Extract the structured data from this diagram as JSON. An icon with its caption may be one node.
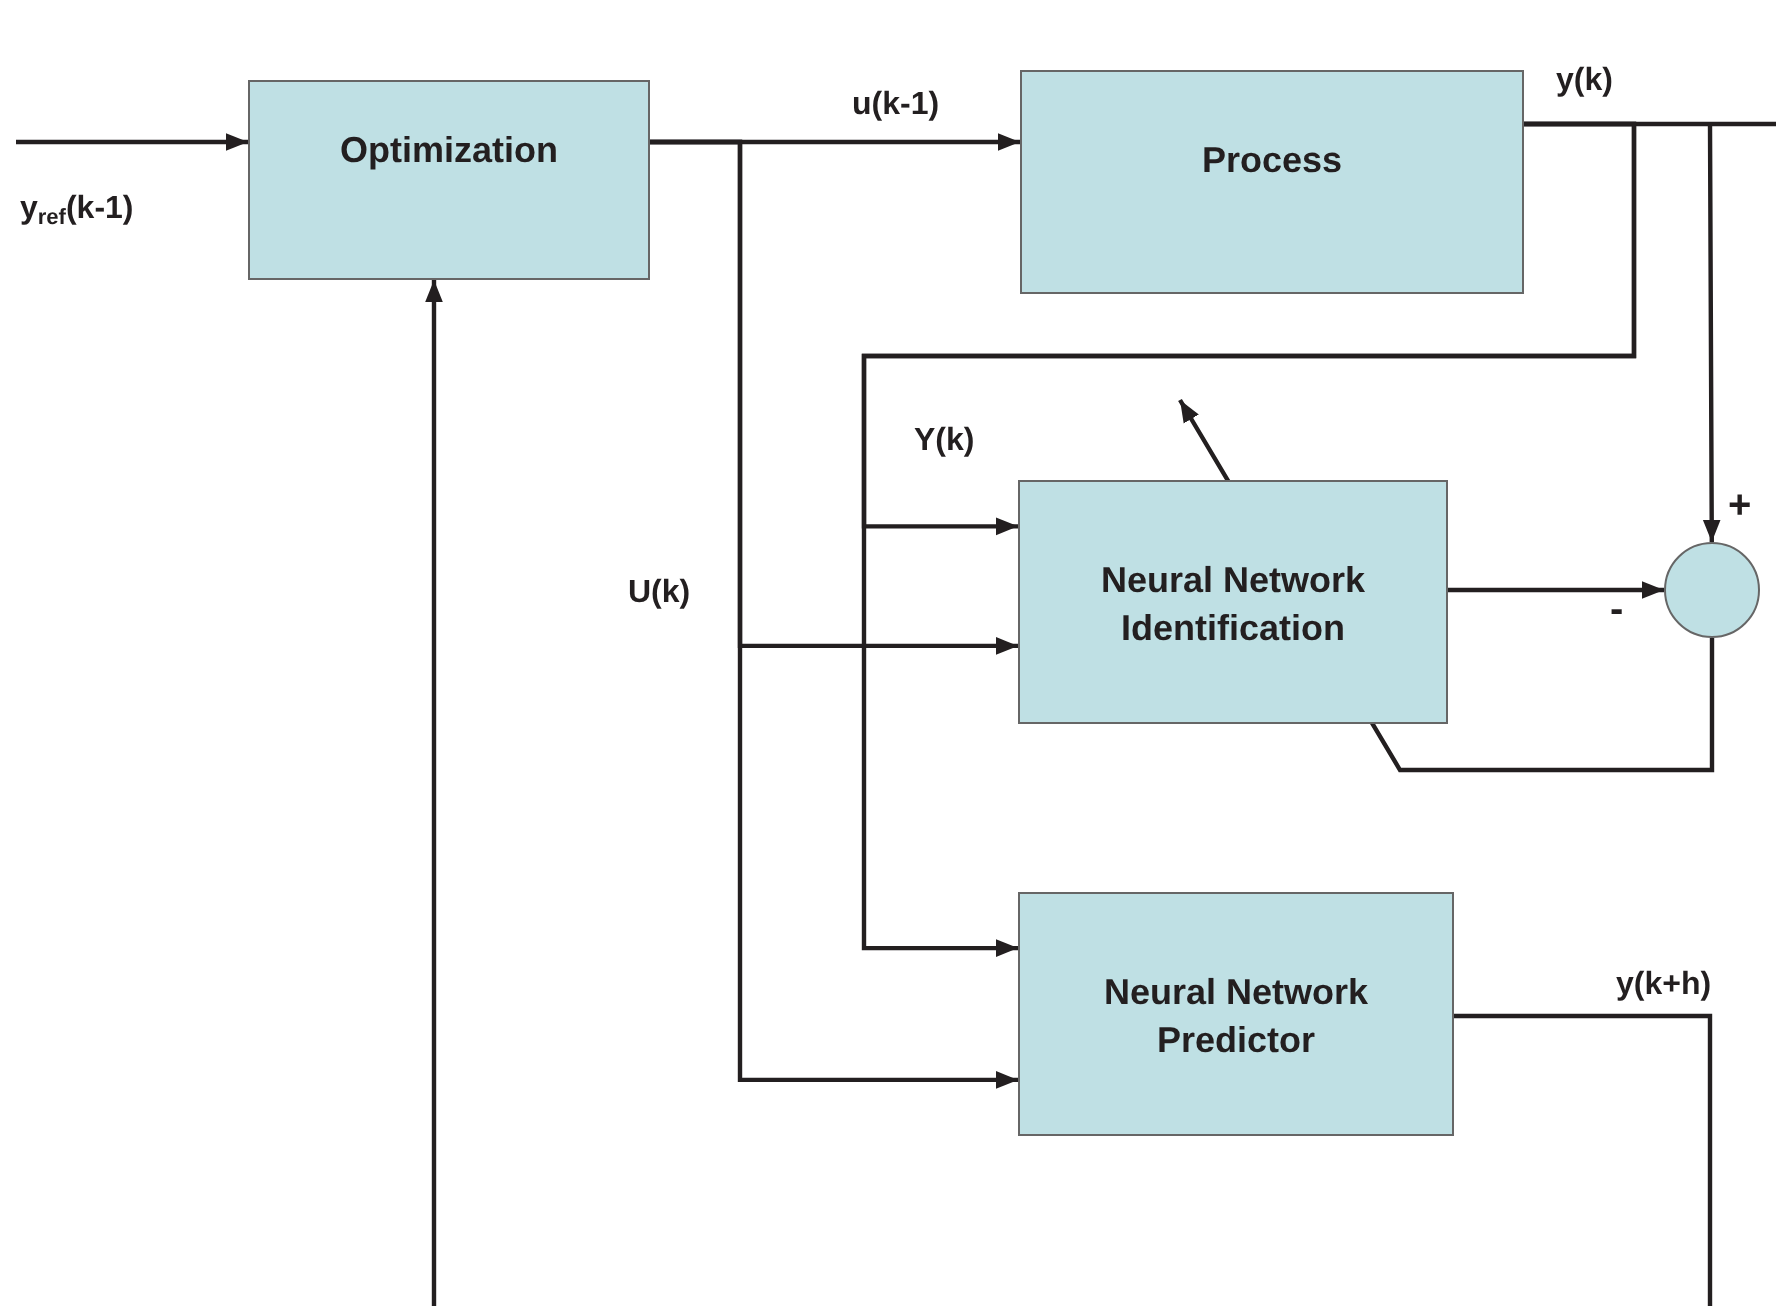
{
  "diagram": {
    "nodes": [
      {
        "text": [
          "Optimization"
        ]
      },
      {
        "text": [
          "Process"
        ]
      },
      {
        "text": [
          "Neural Network Identification"
        ]
      },
      {
        "text": [],
        "shape": "circle"
      },
      {
        "text": [
          "Neural Network Predictor"
        ]
      }
    ],
    "edges": [
      {
        "from": null,
        "to": 0,
        "arrow": "to",
        "label": "y$_{ref}$(k-1)"
      },
      {
        "from": 0,
        "to": 1,
        "arrow": "to",
        "label": "u(k-1)"
      },
      {
        "from": 0,
        "to": 2,
        "arrow": "to",
        "label": "U(k)"
      },
      {
        "from": 0,
        "to": 4,
        "arrow": "to"
      },
      {
        "from": 1,
        "to": 3,
        "arrow": "to",
        "label": "y(k)"
      },
      {
        "from": 1,
        "to": 2,
        "arrow": "to",
        "label": "Y(k)"
      },
      {
        "from": 1,
        "to": 4,
        "arrow": "to"
      },
      {
        "from": 2,
        "to": 3,
        "arrow": "to"
      },
      {
        "from": 3,
        "to": null,
        "arrow": "to"
      },
      {
        "from": 4,
        "to": null,
        "arrow": "none",
        "label": "y(k+h)"
      },
      {
        "from": null,
        "to": 0,
        "arrow": "to"
      }
    ],
    "labels": [
      "+",
      "-"
    ]
  }
}
